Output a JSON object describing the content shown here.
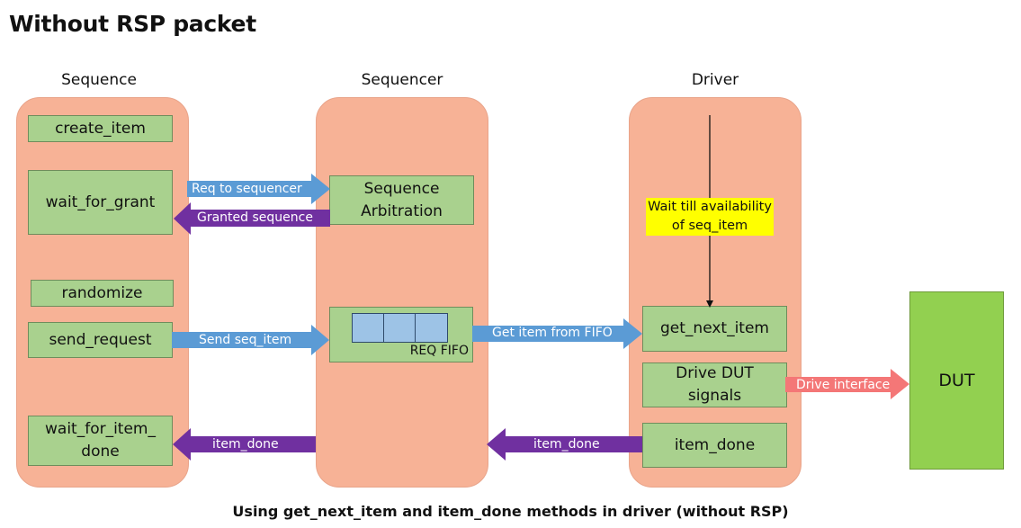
{
  "title": "Without RSP packet",
  "columns": {
    "sequence": "Sequence",
    "sequencer": "Sequencer",
    "driver": "Driver"
  },
  "sequence_boxes": {
    "create_item": "create_item",
    "wait_for_grant": "wait_for_grant",
    "randomize": "randomize",
    "send_request": "send_request",
    "wait_for_item_done_line1": "wait_for_item_",
    "wait_for_item_done_line2": "done"
  },
  "sequencer_boxes": {
    "arbitration_line1": "Sequence",
    "arbitration_line2": "Arbitration",
    "req_fifo": "REQ FIFO"
  },
  "driver_boxes": {
    "wait_note_line1": "Wait till availability",
    "wait_note_line2": "of seq_item",
    "get_next_item": "get_next_item",
    "drive_dut_line1": "Drive DUT",
    "drive_dut_line2": "signals",
    "item_done": "item_done"
  },
  "dut": "DUT",
  "arrows": {
    "req_to_sequencer": "Req to sequencer",
    "granted_sequence": "Granted sequence",
    "send_seq_item": "Send seq_item",
    "get_item_from_fifo": "Get item from FIFO",
    "drive_interface": "Drive interface",
    "item_done_seq": "item_done",
    "item_done_drv": "item_done"
  },
  "colors": {
    "panel": "#f7b296",
    "box": "#a9d18e",
    "dut": "#92d050",
    "blue_arrow": "#5b9bd5",
    "purple_arrow": "#7030a0",
    "red_arrow": "#f47777",
    "highlight": "#ffff00"
  },
  "caption": "Using get_next_item and item_done methods in driver (without RSP)"
}
